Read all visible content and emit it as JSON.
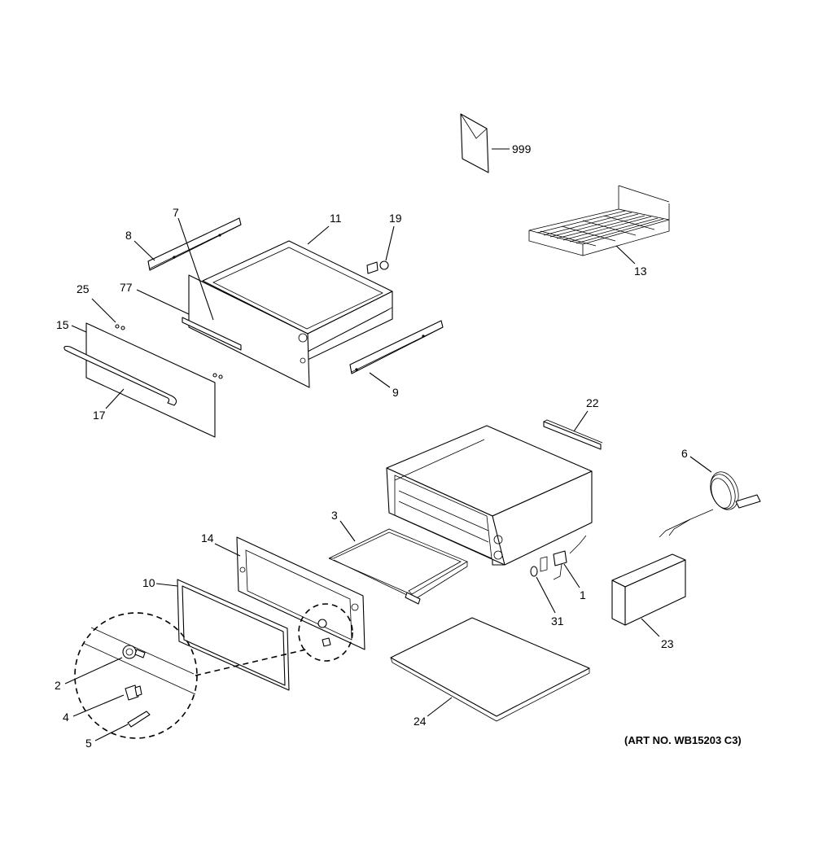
{
  "diagram": {
    "art_number": "(ART NO. WB15203 C3)",
    "callouts": {
      "p999": "999",
      "p13": "13",
      "p11": "11",
      "p19": "19",
      "p8": "8",
      "p7": "7",
      "p25": "25",
      "p77": "77",
      "p15": "15",
      "p17": "17",
      "p9": "9",
      "p22": "22",
      "p6": "6",
      "p3": "3",
      "p14": "14",
      "p10": "10",
      "p1": "1",
      "p31": "31",
      "p23": "23",
      "p2": "2",
      "p4": "4",
      "p5": "5",
      "p24": "24"
    }
  }
}
